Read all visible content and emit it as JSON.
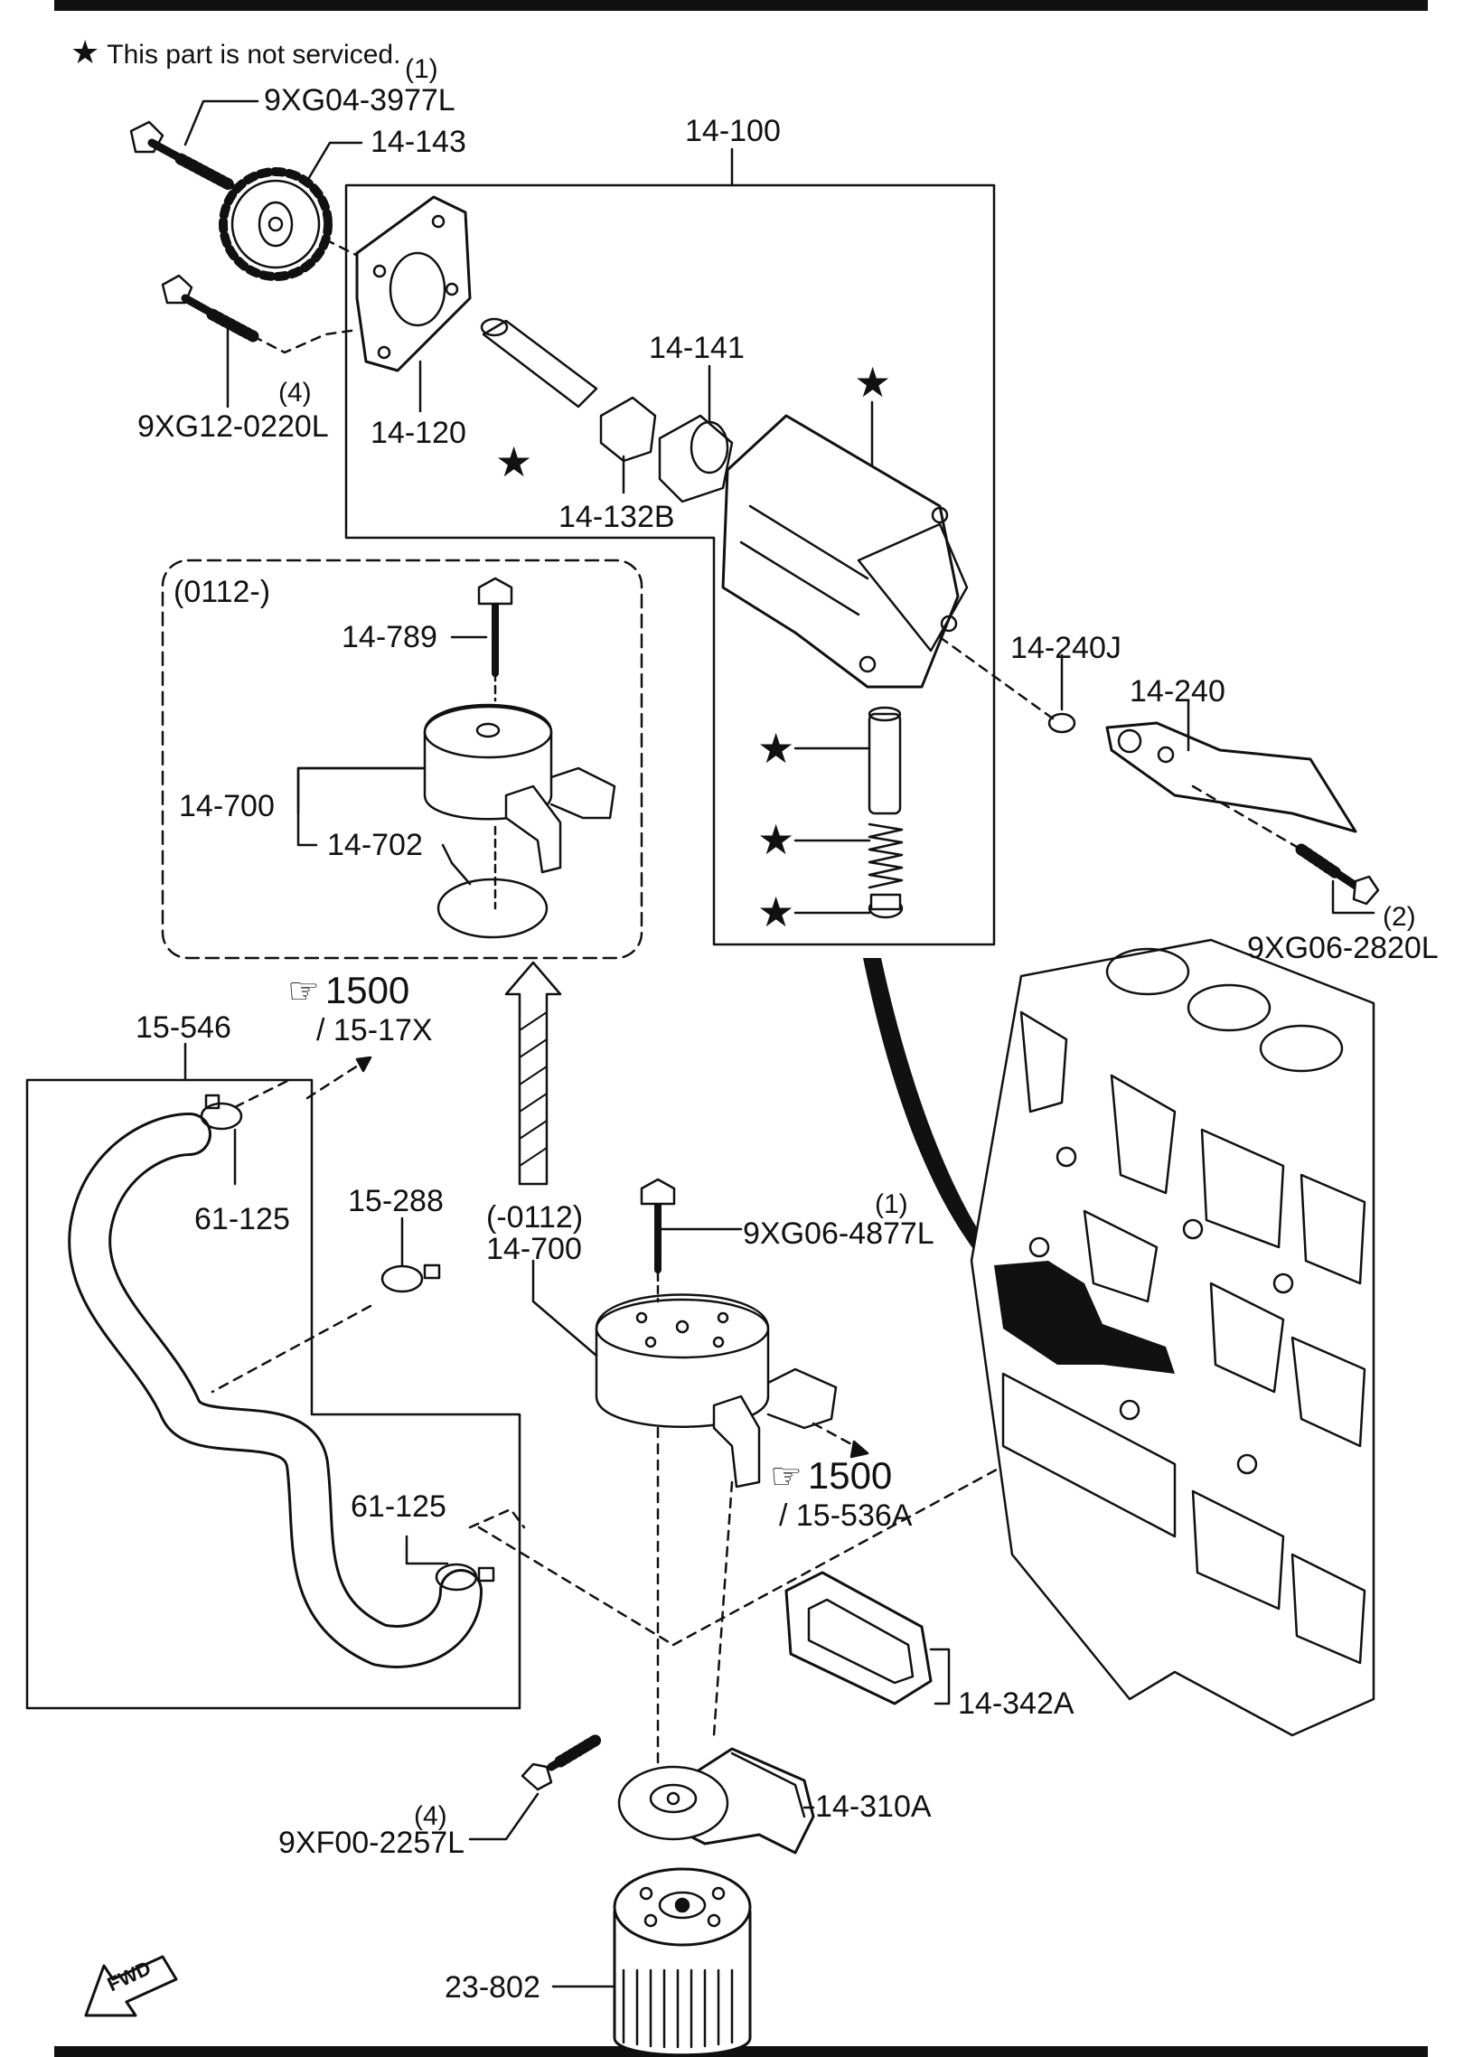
{
  "note": {
    "star_symbol": "★",
    "text": "This part is not serviced."
  },
  "labels": {
    "bolt_top_qty": "(1)",
    "bolt_top": "9XG04-3977L",
    "gear": "14-143",
    "pump_assy": "14-100",
    "bolt_left_qty": "(4)",
    "bolt_left": "9XG12-0220L",
    "cover": "14-120",
    "body_ring": "14-141",
    "rotor": "14-132B",
    "variant_new": "(0112-)",
    "cooler_bolt_new": "14-789",
    "cooler_new": "14-700",
    "cooler_gasket_new": "14-702",
    "oring": "14-240J",
    "strainer": "14-240",
    "bolt_strainer_qty": "(2)",
    "bolt_strainer": "9XG06-2820L",
    "ref_upper_num": "1500",
    "ref_upper_sub": "/ 15-17X",
    "hose_assy": "15-546",
    "clamp_upper": "61-125",
    "clamp_mid": "15-288",
    "clamp_lower": "61-125",
    "variant_old": "(-0112)",
    "cooler_old": "14-700",
    "bolt_cooler_qty": "(1)",
    "bolt_cooler": "9XG06-4877L",
    "ref_lower_num": "1500",
    "ref_lower_sub": "/ 15-536A",
    "gasket": "14-342A",
    "filter_body": "14-310A",
    "bolt_filter_qty": "(4)",
    "bolt_filter": "9XF00-2257L",
    "oil_filter": "23-802",
    "fwd": "FWD"
  },
  "icons": {
    "star": "★",
    "reference": "☞"
  }
}
